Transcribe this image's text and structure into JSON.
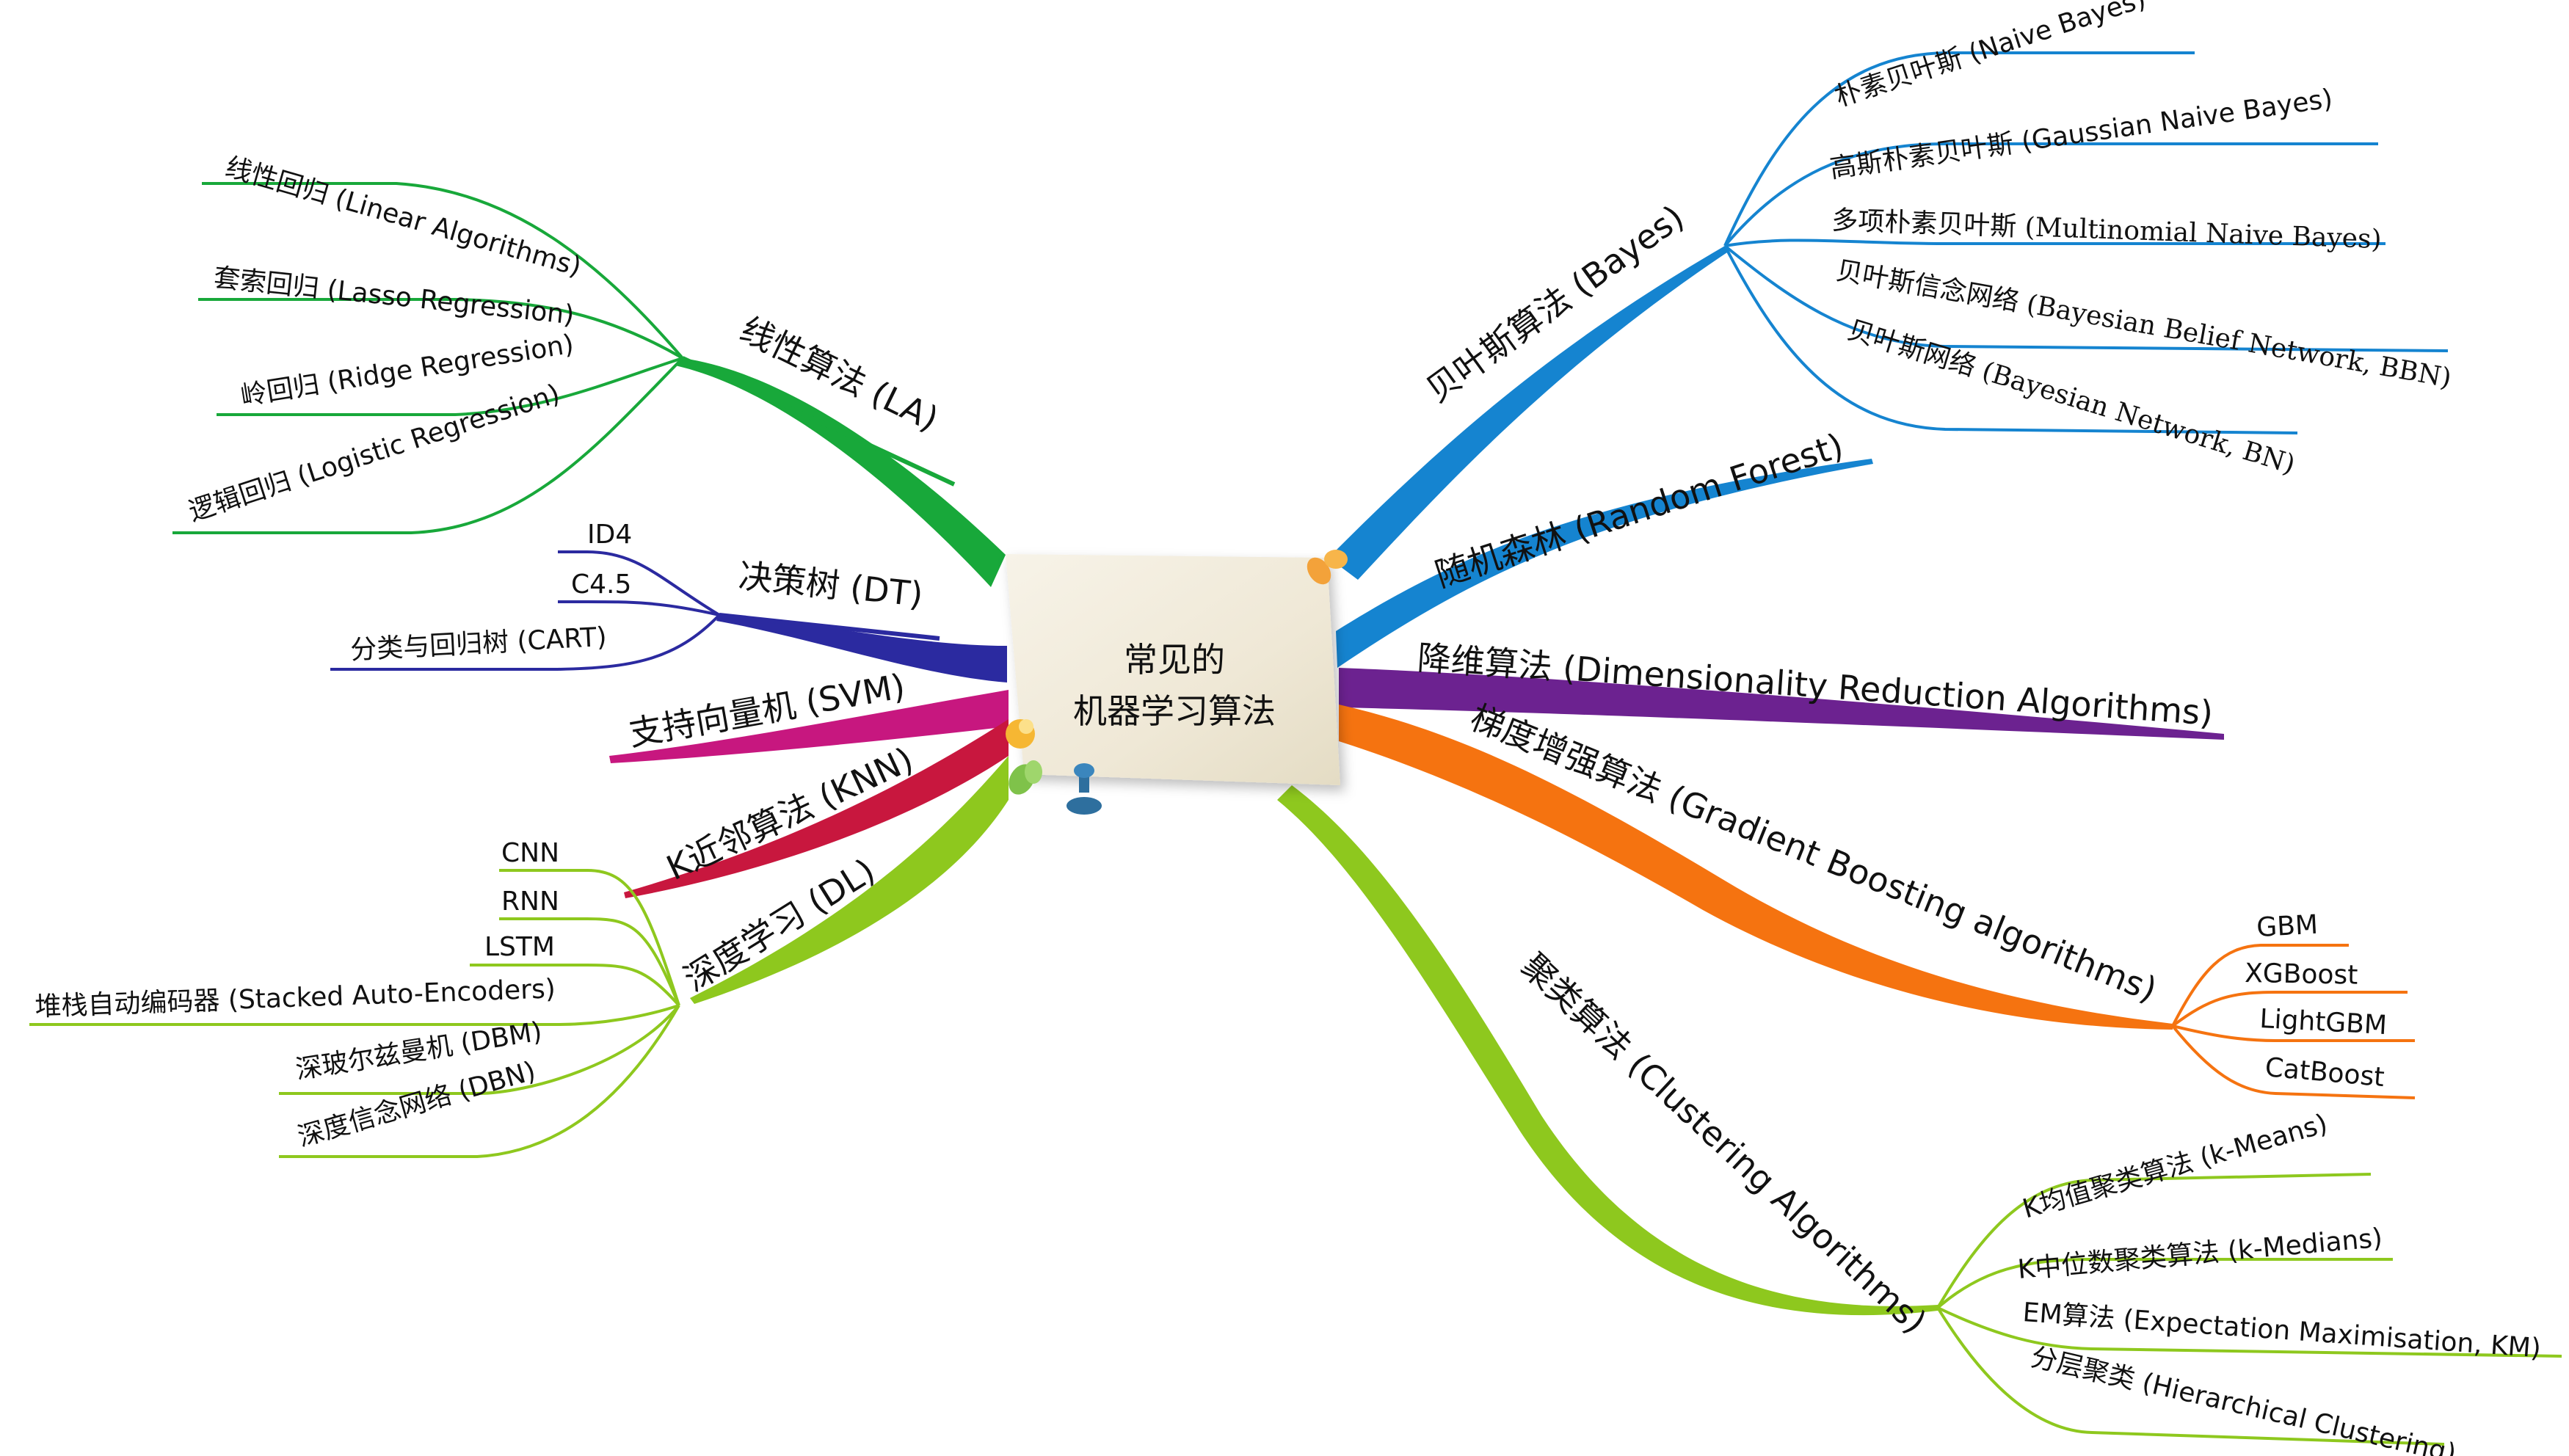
{
  "center": {
    "line1": "常见的",
    "line2": "机器学习算法"
  },
  "branches": {
    "la": {
      "label": "线性算法 (LA)",
      "color": "#18a83a",
      "items": [
        "线性回归 (Linear Algorithms)",
        "套索回归 (Lasso Regression)",
        "岭回归 (Ridge Regression)",
        "逻辑回归 (Logistic Regression)"
      ]
    },
    "dt": {
      "label": "决策树 (DT)",
      "color": "#2b2aa0",
      "items": [
        "ID4",
        "C4.5",
        "分类与回归树 (CART)"
      ]
    },
    "svm": {
      "label": "支持向量机 (SVM)",
      "color": "#c7177f"
    },
    "knn": {
      "label": "K近邻算法 (KNN)",
      "color": "#c8173e"
    },
    "dl": {
      "label": "深度学习 (DL)",
      "color": "#8ec81e",
      "items": [
        "CNN",
        "RNN",
        "LSTM",
        "堆栈自动编码器 (Stacked Auto-Encoders)",
        "深玻尔兹曼机 (DBM)",
        "深度信念网络 (DBN)"
      ]
    },
    "bayes": {
      "label": "贝叶斯算法 (Bayes)",
      "color": "#1584d0",
      "items": [
        "朴素贝叶斯 (Naive Bayes)",
        "高斯朴素贝叶斯 (Gaussian Naive Bayes)",
        "多项朴素贝叶斯 (Multinomial Naive Bayes)",
        "贝叶斯信念网络 (Bayesian Belief Network, BBN)",
        "贝叶斯网络 (Bayesian Network, BN)"
      ]
    },
    "rf": {
      "label": "随机森林 (Random Forest)",
      "color": "#1584d0"
    },
    "dr": {
      "label": "降维算法 (Dimensionality Reduction Algorithms)",
      "color": "#6c2290"
    },
    "gb": {
      "label": "梯度增强算法 (Gradient Boosting algorithms)",
      "color": "#f57310",
      "items": [
        "GBM",
        "XGBoost",
        "LightGBM",
        "CatBoost"
      ]
    },
    "cl": {
      "label": "聚类算法 (Clustering Algorithms)",
      "color": "#8ec81e",
      "items": [
        "K均值聚类算法 (k-Means)",
        "K中位数聚类算法 (k-Medians)",
        "EM算法 (Expectation Maximisation, KM)",
        "分层聚类 (Hierarchical Clustering)"
      ]
    }
  }
}
